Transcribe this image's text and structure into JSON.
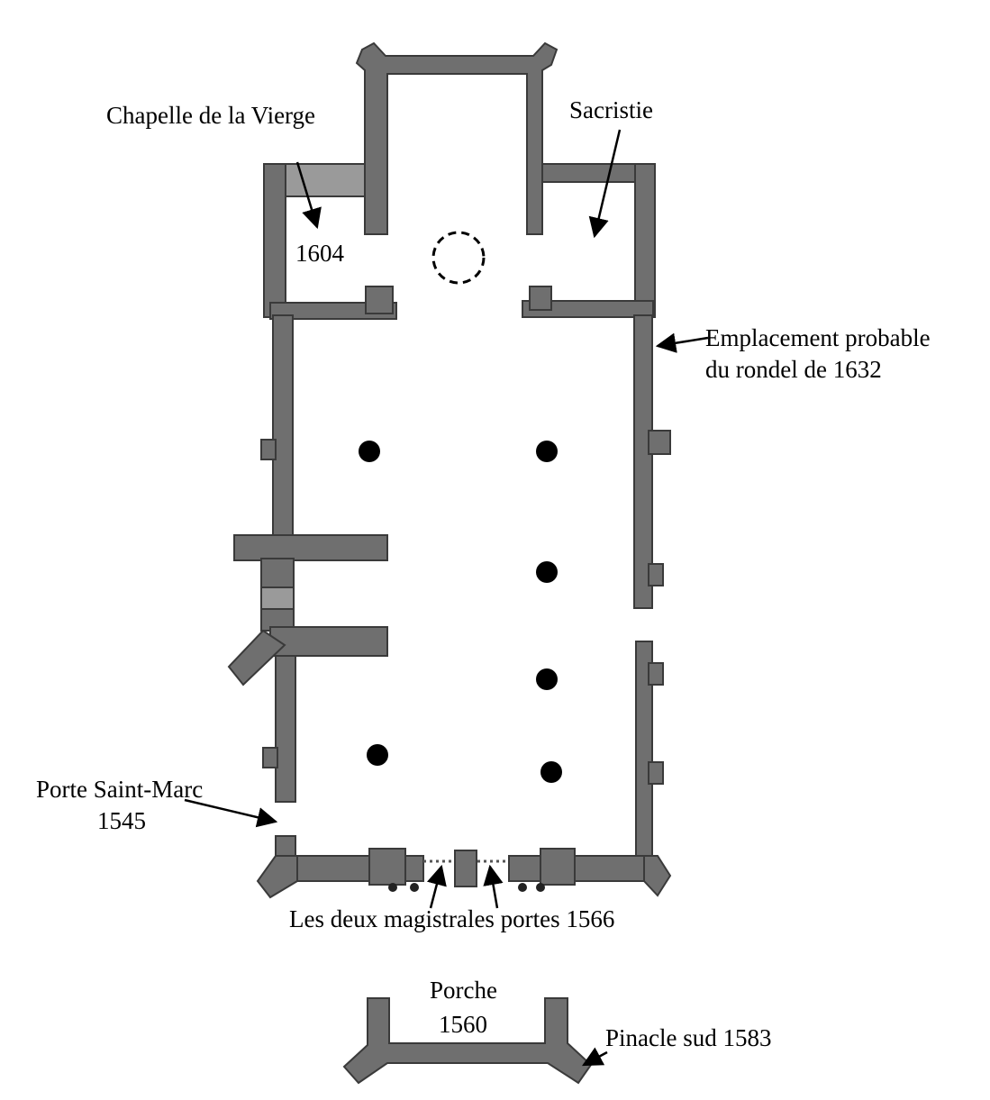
{
  "labels": {
    "chapelle": "Chapelle de la Vierge",
    "chapelle_year": "1604",
    "sacristie": "Sacristie",
    "emplacement_line1": "Emplacement probable",
    "emplacement_line2": "du rondel de 1632",
    "porte_st_marc_line1": "Porte Saint-Marc",
    "porte_st_marc_line2": "1545",
    "portes": "Les deux magistrales portes 1566",
    "porche_line1": "Porche",
    "porche_line2": "1560",
    "pinacle": "Pinacle sud 1583"
  },
  "colors": {
    "wall": "#6f6f6f",
    "outline": "#3a3a3a",
    "ink": "#000000"
  }
}
